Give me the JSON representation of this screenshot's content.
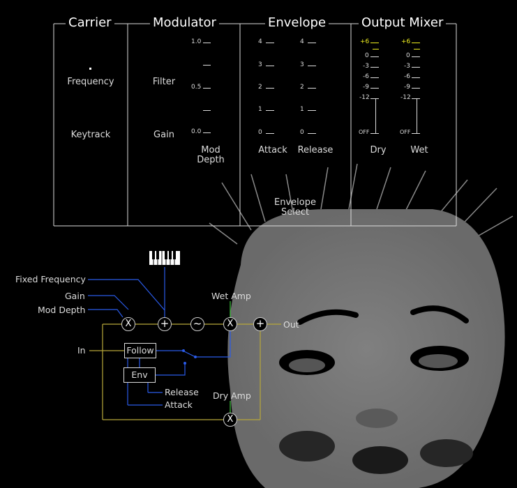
{
  "sections": {
    "carrier": "Carrier",
    "modulator": "Modulator",
    "envelope": "Envelope",
    "output_mixer": "Output Mixer"
  },
  "carrier": {
    "frequency": "Frequency",
    "keytrack": "Keytrack"
  },
  "modulator": {
    "filter": "Filter",
    "gain": "Gain",
    "mod_depth_line1": "Mod",
    "mod_depth_line2": "Depth",
    "scale": [
      "1.0",
      "0.5",
      "0.0"
    ]
  },
  "envelope": {
    "attack": "Attack",
    "release": "Release",
    "scale": [
      "4",
      "3",
      "2",
      "1",
      "0"
    ],
    "select_line1": "Envelope",
    "select_line2": "Select"
  },
  "output_mixer": {
    "dry": "Dry",
    "wet": "Wet",
    "scale": [
      "+6",
      "0",
      "-3",
      "-6",
      "-9",
      "-12",
      "OFF"
    ],
    "highlight_color": "#f0f020"
  },
  "diagram": {
    "fixed_frequency": "Fixed Frequency",
    "gain": "Gain",
    "mod_depth": "Mod Depth",
    "wet_amp": "Wet Amp",
    "out": "Out",
    "in": "In",
    "follow": "Follow",
    "env": "Env",
    "release": "Release",
    "attack": "Attack",
    "dry_amp": "Dry Amp",
    "multiply_symbol": "X",
    "add_symbol": "+",
    "oscillator_symbol": "~",
    "wire_colors": {
      "control": "#2a5be8",
      "audio": "#b8a83a",
      "amp": "#3cc43c"
    }
  },
  "background": {
    "image": "grayscale-masked-face-photo"
  }
}
